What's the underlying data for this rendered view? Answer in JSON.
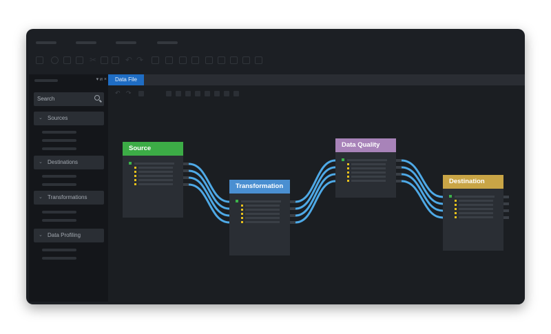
{
  "sidebar": {
    "controls": "▾ и ×",
    "search_placeholder": "Search",
    "categories": [
      {
        "label": "Sources"
      },
      {
        "label": "Destinations"
      },
      {
        "label": "Transformations"
      },
      {
        "label": "Data Profiling"
      }
    ]
  },
  "canvas": {
    "active_tab": "Data File"
  },
  "nodes": {
    "source": {
      "title": "Source",
      "color": "#3cac46"
    },
    "transformation": {
      "title": "Transformation",
      "color": "#4a8fd1"
    },
    "quality": {
      "title": "Data Quality",
      "color": "#a883b9"
    },
    "destination": {
      "title": "Destination",
      "color": "#c9a546"
    }
  },
  "wire_color": "#4ea9e6"
}
